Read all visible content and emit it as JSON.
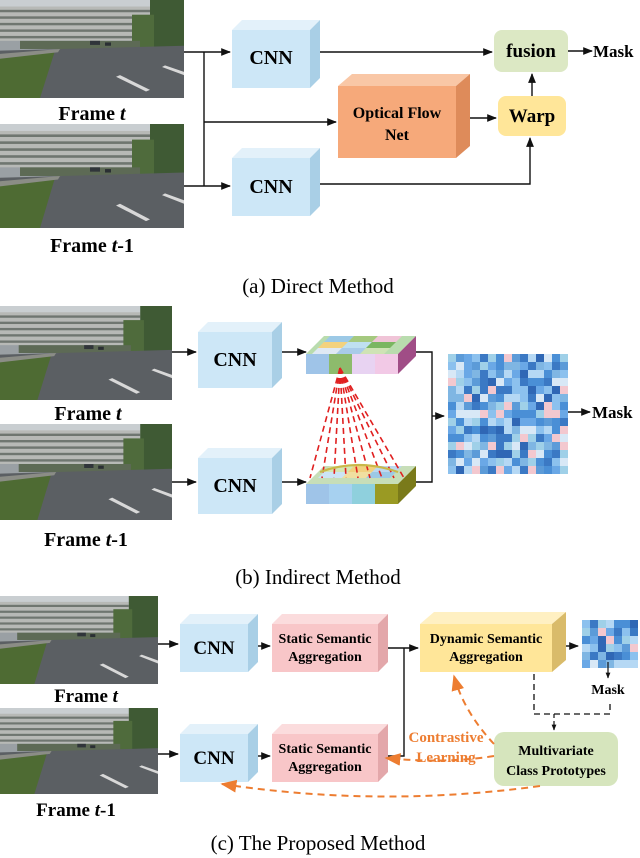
{
  "panel_a": {
    "frame_t": "Frame ",
    "frame_t_var": "t",
    "frame_t1_var": "t",
    "frame_t1_suffix": "-1",
    "cnn_top": "CNN",
    "cnn_bottom": "CNN",
    "flow_line1": "Optical Flow",
    "flow_line2": "Net",
    "warp": "Warp",
    "fusion": "fusion",
    "mask": "Mask",
    "caption": "(a) Direct Method"
  },
  "panel_b": {
    "frame_t": "Frame ",
    "frame_t_var": "t",
    "frame_t1_var": "t",
    "frame_t1_suffix": "-1",
    "cnn_top": "CNN",
    "cnn_bottom": "CNN",
    "mask": "Mask",
    "caption": "(b) Indirect Method"
  },
  "panel_c": {
    "frame_t": "Frame ",
    "frame_t_var": "t",
    "frame_t1_var": "t",
    "frame_t1_suffix": "-1",
    "cnn_top": "CNN",
    "cnn_bottom": "CNN",
    "ssa_line1": "Static Semantic",
    "ssa_line2": "Aggregation",
    "dsa_line1": "Dynamic Semantic",
    "dsa_line2": "Aggregation",
    "contrastive_line1": "Contrastive",
    "contrastive_line2": "Learning",
    "proto_line1": "Multivariate",
    "proto_line2": "Class Prototypes",
    "mask": "Mask",
    "caption": "(c) The Proposed Method"
  },
  "colors": {
    "cnn": "#cde7f7",
    "flow": "#f6a97a",
    "warp": "#ffe699",
    "fusion": "#dce8c4",
    "ssa": "#f8c6c8",
    "dsa": "#ffe699",
    "proto": "#d6e5bd",
    "dashed_orange": "#ed7d31",
    "correspondence": "#e02020",
    "orange_text": "#ed7d31"
  }
}
